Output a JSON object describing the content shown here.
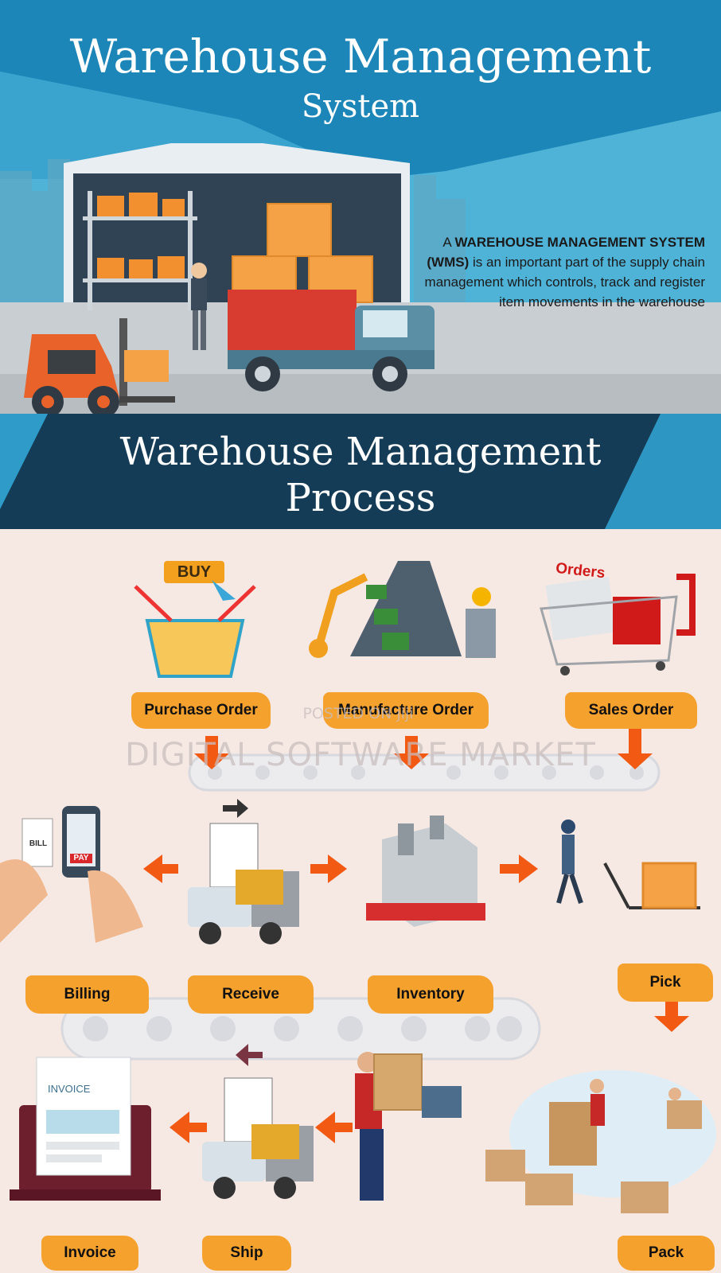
{
  "header": {
    "title_line1": "Warehouse Management",
    "title_line2": "System",
    "description_bold": "WAREHOUSE MANAGEMENT SYSTEM (WMS)",
    "description_prefix": "A",
    "description_rest": "is an important part of the supply chain management which  controls, track and register item movements in the warehouse"
  },
  "process": {
    "title_line1": "Warehouse Management",
    "title_line2": "Process"
  },
  "illustration_text": {
    "buy_sign": "BUY",
    "orders_sign": "Orders",
    "bill_sign": "BILL",
    "pay_sign": "PAY",
    "invoice_doc": "INVOICE"
  },
  "steps": {
    "purchase_order": "Purchase Order",
    "manufacture_order": "Manufacture Order",
    "sales_order": "Sales Order",
    "billing": "Billing",
    "receive": "Receive",
    "inventory": "Inventory",
    "pick": "Pick",
    "pack": "Pack",
    "ship": "Ship",
    "invoice": "Invoice"
  },
  "watermark": {
    "small": "POSTED ON jiji",
    "large": "DIGITAL SOFTWARE MARKET"
  },
  "colors": {
    "header_blue": "#1a8cbb",
    "dark_navy": "#16405c",
    "label_orange": "#f5a12e",
    "arrow_orange": "#f25a14",
    "background": "#f6e9e4"
  }
}
